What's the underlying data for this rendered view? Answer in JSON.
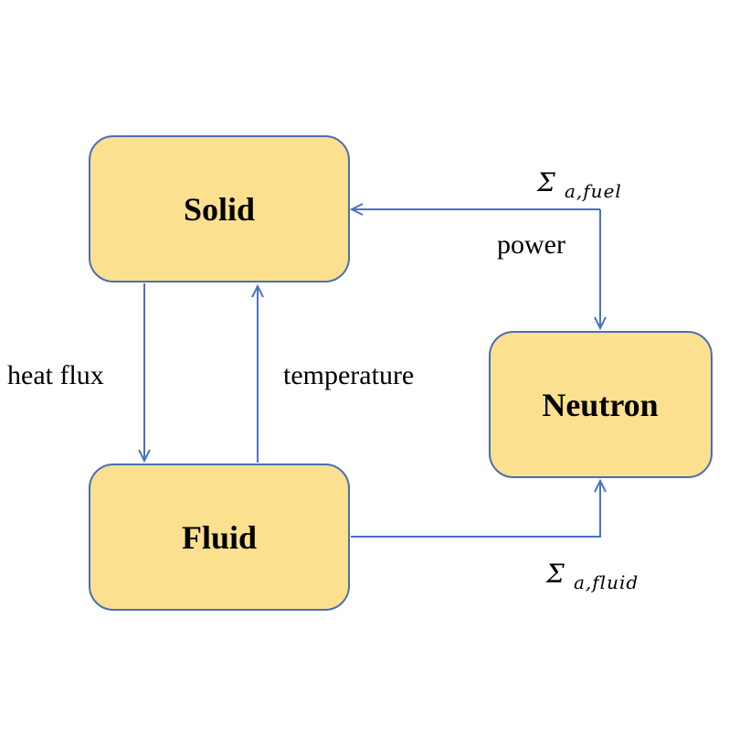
{
  "nodes": {
    "solid": "Solid",
    "fluid": "Fluid",
    "neutron": "Neutron"
  },
  "edges": {
    "heat_flux": "heat flux",
    "temperature": "temperature",
    "power": "power",
    "sigma_fuel": {
      "symbol": "Σ",
      "subscript": "a,fuel"
    },
    "sigma_fluid": {
      "symbol": "Σ",
      "subscript": "a,fluid"
    }
  },
  "colors": {
    "node_fill": "#fbe08f",
    "node_border": "#4a6db5",
    "arrow": "#4a72c4"
  }
}
